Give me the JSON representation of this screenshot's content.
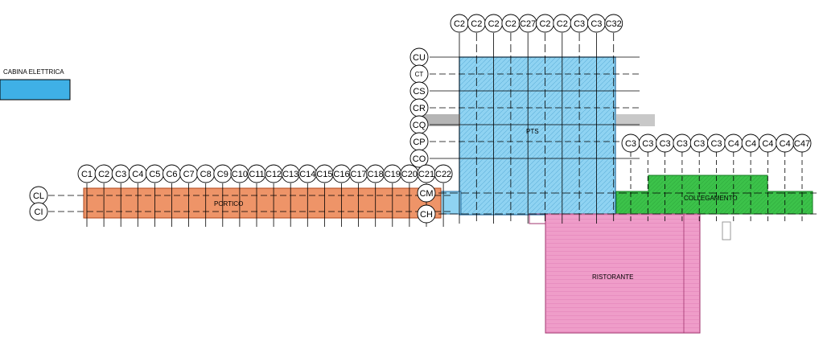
{
  "legend": {
    "label": "CABINA ELETTRICA",
    "color": "#3fb0e6"
  },
  "blocks": {
    "portico": {
      "label": "PORTICO",
      "color": "#ee9468"
    },
    "pts": {
      "label": "PTS",
      "color": "#8fd3f2"
    },
    "collegamento": {
      "label": "COLLEGAMENTO",
      "color": "#3cc24a"
    },
    "ristorante": {
      "label": "RISTORANTE",
      "color": "#ef9dc9"
    }
  },
  "axes": {
    "top_columns": [
      "C2",
      "C2",
      "C2",
      "C2",
      "C27",
      "C2",
      "C2",
      "C3",
      "C3",
      "C32"
    ],
    "right_columns": [
      "C3",
      "C3",
      "C3",
      "C3",
      "C3",
      "C3",
      "C4",
      "C4",
      "C4",
      "C4",
      "C47"
    ],
    "left_columns": [
      "C1",
      "C2",
      "C3",
      "C4",
      "C5",
      "C6",
      "C7",
      "C8",
      "C9",
      "C10",
      "C11",
      "C12",
      "C13",
      "C14",
      "C15",
      "C16",
      "C17",
      "C18",
      "C19",
      "C20",
      "C21",
      "C22"
    ],
    "rows_pts": [
      "CU",
      "CT",
      "CS",
      "CR",
      "CQ",
      "CP",
      "CO"
    ],
    "rows_pts_bottom": [
      "CM",
      "CH"
    ],
    "rows_left": [
      "CL",
      "CI"
    ]
  }
}
